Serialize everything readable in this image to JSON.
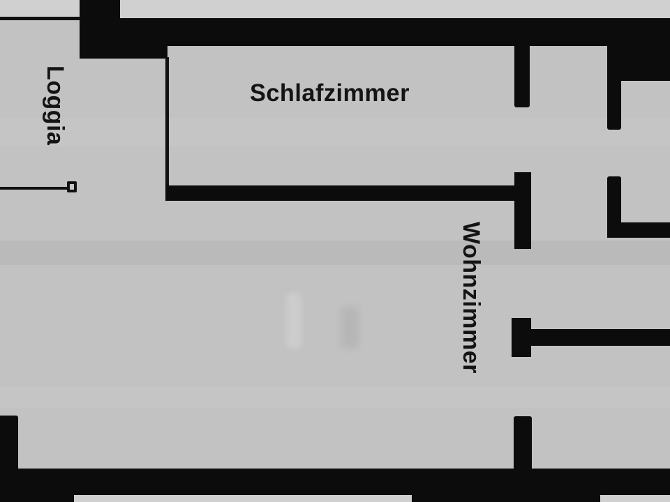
{
  "diagram": {
    "type": "architectural-floor-plan",
    "background_color": "#c2c2c2",
    "wall_color": "#0c0c0c",
    "rooms": [
      {
        "id": "loggia",
        "label": "Loggia",
        "orientation": "vertical"
      },
      {
        "id": "schlafzimmer",
        "label": "Schlafzimmer",
        "orientation": "horizontal"
      },
      {
        "id": "wohnzimmer",
        "label": "Wohnzimmer",
        "orientation": "vertical"
      }
    ]
  }
}
